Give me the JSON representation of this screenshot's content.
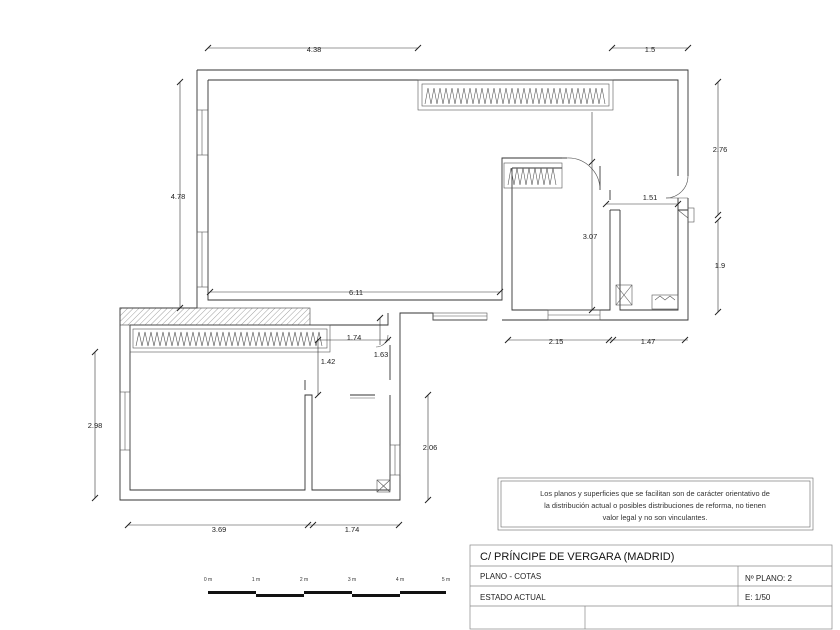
{
  "dimensions": {
    "top_width": "4.38",
    "top_right": "1.5",
    "left_height": "4.78",
    "right_upper": "2.76",
    "mid_width": "6.11",
    "hall_height": "3.07",
    "hall_width": "1.51",
    "right_lower": "1.9",
    "bottom_mid_left": "2.15",
    "bottom_mid_right": "1.47",
    "passage_width": "1.74",
    "passage_small": "1.63",
    "passage_height": "1.42",
    "lower_left_height": "2.98",
    "lower_right_height": "2.06",
    "bottom_left": "3.69",
    "bottom_right": "1.74"
  },
  "note": {
    "lines": [
      "Los planos y superficies que se facilitan son de carácter orientativo de",
      "la distribución actual o posibles distribuciones de reforma, no tienen",
      "valor legal y no son vinculantes."
    ]
  },
  "scale_bar": {
    "labels": [
      "0 m",
      "1 m",
      "2 m",
      "3 m",
      "4 m",
      "5 m"
    ]
  },
  "title_block": {
    "address": "C/  PRÍNCIPE DE VERGARA  (MADRID)",
    "plan_label": "PLANO  -  COTAS",
    "plan_number": "Nº PLANO:  2",
    "state": "ESTADO  ACTUAL",
    "scale": "E: 1/50"
  }
}
